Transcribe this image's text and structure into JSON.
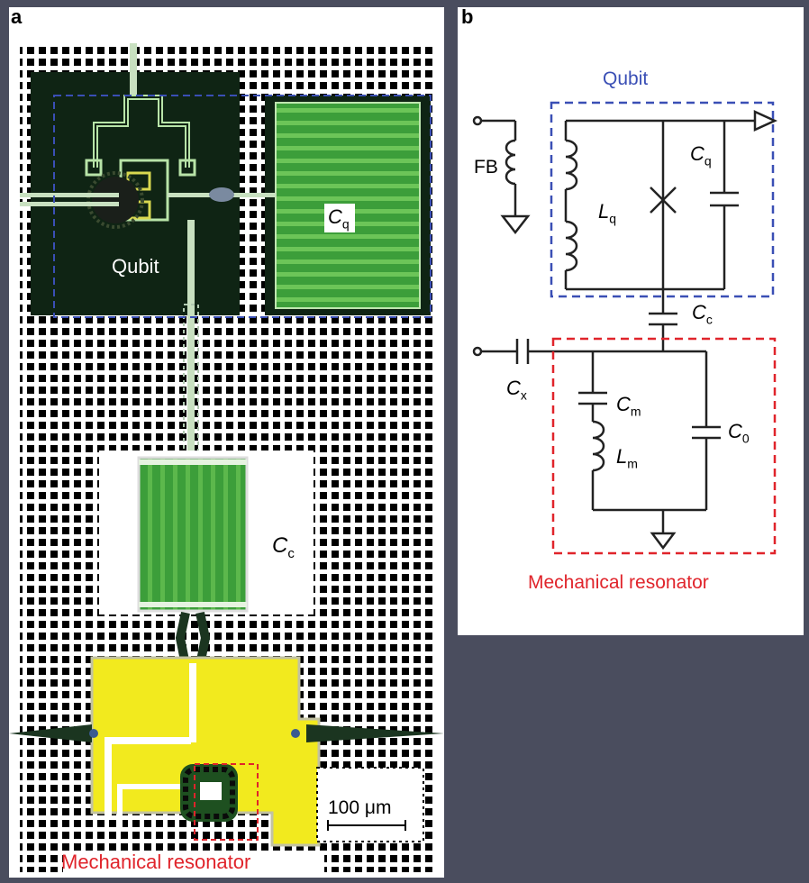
{
  "panel_a": {
    "letter": "a",
    "qubit_label": "Qubit",
    "cq_label_main": "C",
    "cq_label_sub": "q",
    "cc_label_main": "C",
    "cc_label_sub": "c",
    "mech_label": "Mechanical resonator",
    "scale_label": "100 μm"
  },
  "panel_b": {
    "letter": "b",
    "qubit_label": "Qubit",
    "fb_label": "FB",
    "lq_main": "L",
    "lq_sub": "q",
    "cq_main": "C",
    "cq_sub": "q",
    "cc_main": "C",
    "cc_sub": "c",
    "cx_main": "C",
    "cx_sub": "x",
    "cm_main": "C",
    "cm_sub": "m",
    "lm_main": "L",
    "lm_sub": "m",
    "c0_main": "C",
    "c0_sub": "0",
    "mech_label": "Mechanical resonator"
  },
  "colors": {
    "background": "#4a4d5e",
    "qubit_box": "#3a4fb5",
    "mech_box": "#e0242b",
    "chip_dark": "#0f2414",
    "capacitor_green": "#3faa3a",
    "resonator_yellow": "#f2ea1e"
  },
  "icons": [
    "josephson-junction-icon",
    "inductor-icon",
    "capacitor-icon",
    "ground-icon",
    "terminal-icon"
  ]
}
